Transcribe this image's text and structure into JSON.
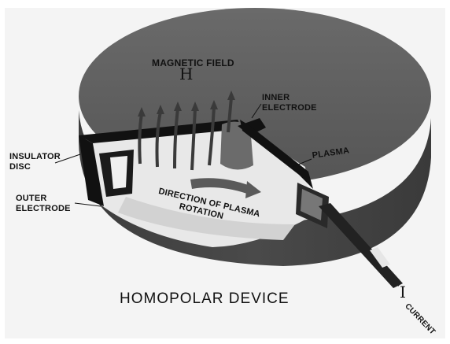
{
  "figure": {
    "title": "HOMOPOLAR DEVICE",
    "labels": {
      "magnetic_field_line1": "MAGNETIC FIELD",
      "magnetic_field_symbol": "H",
      "inner_electrode_line1": "INNER",
      "inner_electrode_line2": "ELECTRODE",
      "insulator_line1": "INSULATOR",
      "insulator_line2": "DISC",
      "outer_electrode_line1": "OUTER",
      "outer_electrode_line2": "ELECTRODE",
      "plasma": "PLASMA",
      "direction_line1": "DIRECTION OF PLASMA",
      "direction_line2": "ROTATION",
      "current_symbol": "I",
      "current_word": "CURRENT"
    }
  }
}
